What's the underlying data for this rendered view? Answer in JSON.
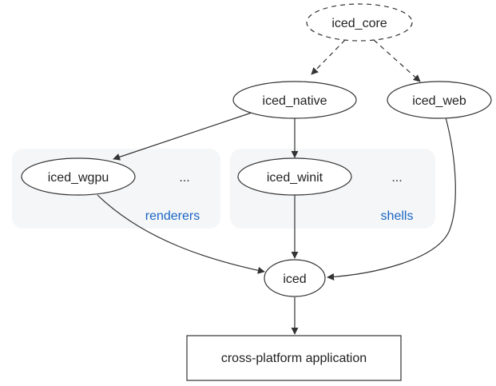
{
  "diagram": {
    "nodes": {
      "iced_core": "iced_core",
      "iced_native": "iced_native",
      "iced_web": "iced_web",
      "iced_wgpu": "iced_wgpu",
      "iced_winit": "iced_winit",
      "iced": "iced",
      "app": "cross-platform application"
    },
    "groups": {
      "renderers": {
        "label": "renderers",
        "more": "..."
      },
      "shells": {
        "label": "shells",
        "more": "..."
      }
    },
    "edges": [
      {
        "from": "iced_core",
        "to": "iced_native",
        "style": "dashed"
      },
      {
        "from": "iced_core",
        "to": "iced_web",
        "style": "dashed"
      },
      {
        "from": "iced_native",
        "to": "iced_wgpu",
        "style": "solid"
      },
      {
        "from": "iced_native",
        "to": "iced_winit",
        "style": "solid"
      },
      {
        "from": "iced_wgpu",
        "to": "iced",
        "style": "solid"
      },
      {
        "from": "iced_winit",
        "to": "iced",
        "style": "solid"
      },
      {
        "from": "iced_web",
        "to": "iced",
        "style": "solid"
      },
      {
        "from": "iced",
        "to": "cross-platform application",
        "style": "solid"
      }
    ],
    "colors": {
      "group_fill": "#f5f6f8",
      "group_label": "#1a66c2",
      "stroke": "#333333"
    }
  }
}
